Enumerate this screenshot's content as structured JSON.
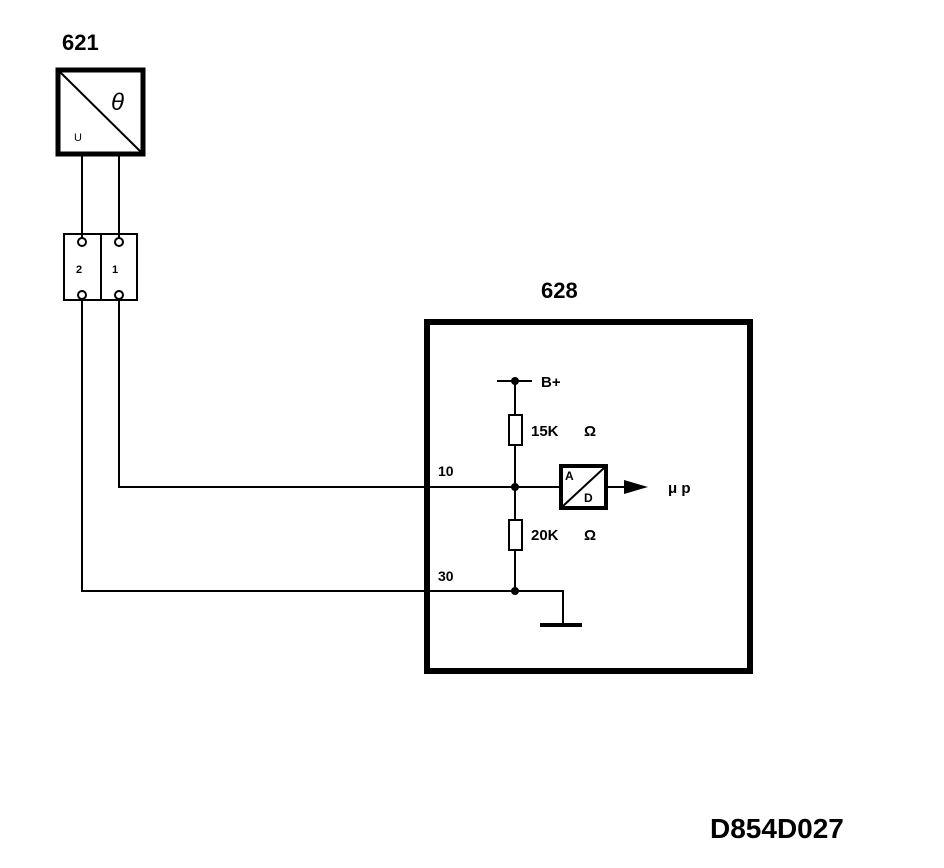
{
  "sensor": {
    "id": "621",
    "symbol_theta": "θ",
    "symbol_u": "U"
  },
  "connector": {
    "pin_left": "2",
    "pin_right": "1"
  },
  "ecu": {
    "id": "628",
    "supply_label": "B+",
    "resistor_top": "15K",
    "resistor_top_unit": "Ω",
    "resistor_bottom": "20K",
    "resistor_bottom_unit": "Ω",
    "pin_signal": "10",
    "pin_ground": "30",
    "adc_a": "A",
    "adc_d": "D",
    "output_label": "μ p"
  },
  "figure_code": "D854D027"
}
